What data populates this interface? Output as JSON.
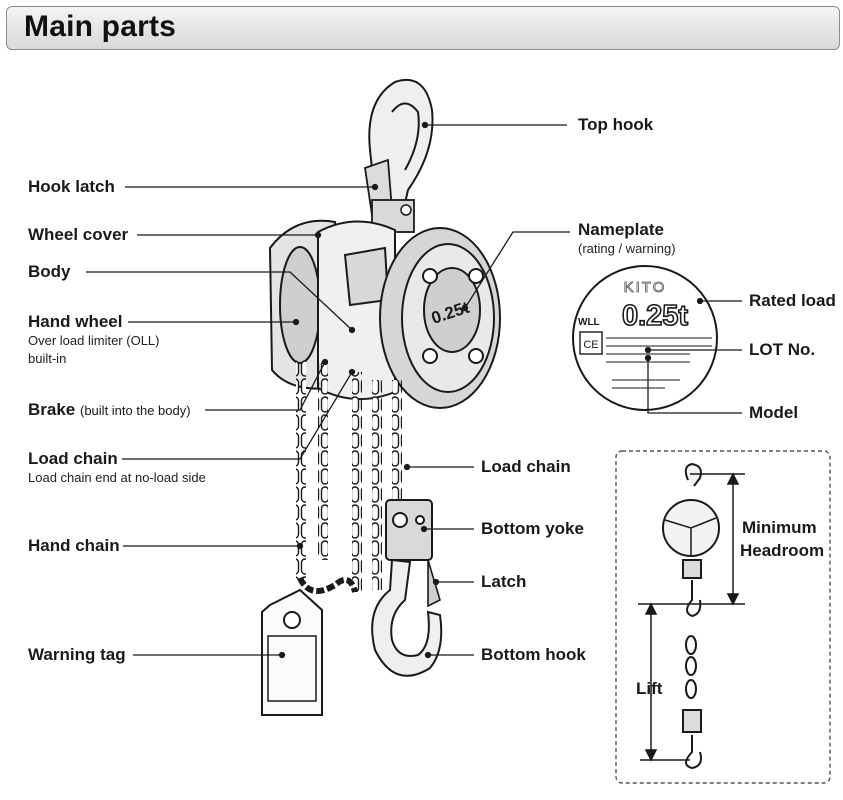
{
  "header": {
    "title": "Main parts"
  },
  "labels": {
    "top_hook": "Top hook",
    "hook_latch": "Hook latch",
    "wheel_cover": "Wheel cover",
    "body": "Body",
    "hand_wheel": "Hand wheel",
    "hand_wheel_note_1": "Over load limiter (OLL)",
    "hand_wheel_note_2": "built-in",
    "brake": "Brake",
    "brake_note": "(built into the body)",
    "load_chain_left": "Load chain",
    "load_chain_note": "Load chain end at no-load side",
    "hand_chain": "Hand chain",
    "warning_tag": "Warning tag",
    "nameplate": "Nameplate",
    "nameplate_note": "(rating / warning)",
    "rated_load": "Rated load",
    "lot_no": "LOT No.",
    "model": "Model",
    "load_chain_right": "Load chain",
    "bottom_yoke": "Bottom yoke",
    "latch": "Latch",
    "bottom_hook": "Bottom hook",
    "minimum": "Minimum",
    "headroom": "Headroom",
    "lift": "Lift"
  },
  "nameplate": {
    "brand": "KITO",
    "wll": "WLL",
    "capacity": "0.25t",
    "body_capacity": "0.25t",
    "ce_mark": "CE"
  },
  "colors": {
    "line": "#1a1a1a",
    "header_bg": "#dcdcdc",
    "metal": "#e8e8e8"
  }
}
